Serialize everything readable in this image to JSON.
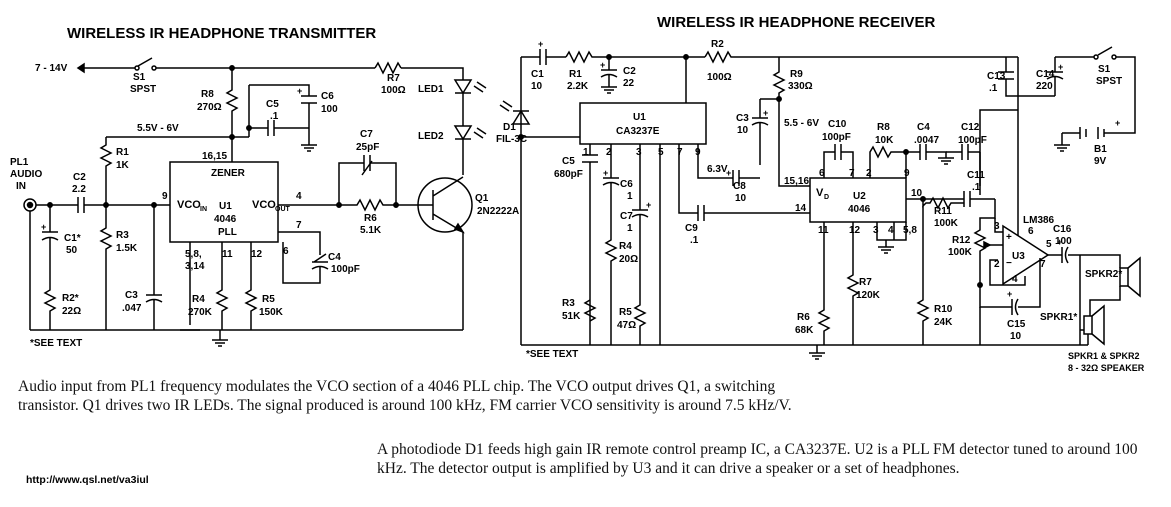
{
  "transmitter": {
    "title": "WIRELESS IR HEADPHONE TRANSMITTER",
    "supply": "7 - 14V",
    "s1": "S1",
    "s1_type": "SPST",
    "r8": "R8",
    "r8_val": "270Ω",
    "r7": "R7",
    "r7_val": "100Ω",
    "c5": "C5",
    "c5_val": ".1",
    "c6": "C6",
    "c6_val": "100",
    "rail": "5.5V - 6V",
    "led1": "LED1",
    "led2": "LED2",
    "r1": "R1",
    "r1_val": "1K",
    "c7": "C7",
    "c7_val": "25pF",
    "pl1": "PL1",
    "pl1_a": "AUDIO",
    "pl1_b": "IN",
    "c2": "C2",
    "c2_val": "2.2",
    "zener": "ZENER",
    "u1": "U1",
    "u1_part": "4046",
    "u1_type": "PLL",
    "vco_in": "VCO",
    "vco_in_sub": "IN",
    "vco_out": "VCO",
    "vco_out_sub": "OUT",
    "pin1615": "16,15",
    "pin9": "9",
    "pin4": "4",
    "pin7": "7",
    "pin6": "6",
    "pin5814": "5,8,",
    "pin314": "3,14",
    "pin11": "11",
    "pin12": "12",
    "r6": "R6",
    "r6_val": "5.1K",
    "q1": "Q1",
    "q1_part": "2N2222A",
    "c1": "C1*",
    "c1_val": "50",
    "r3": "R3",
    "r3_val": "1.5K",
    "c4": "C4",
    "c4_val": "100pF",
    "c3": "C3",
    "c3_val": ".047",
    "r2": "R2*",
    "r2_val": "22Ω",
    "r4": "R4",
    "r4_val": "270K",
    "r5": "R5",
    "r5_val": "150K",
    "see_text": "*SEE TEXT"
  },
  "receiver": {
    "title": "WIRELESS IR HEADPHONE RECEIVER",
    "c1": "C1",
    "c1_val": "10",
    "r1": "R1",
    "r1_val": "2.2K",
    "c2": "C2",
    "c2_val": "22",
    "r2": "R2",
    "r2_val": "100Ω",
    "r9": "R9",
    "r9_val": "330Ω",
    "c13": "C13",
    "c13_val": ".1",
    "c14": "C14",
    "c14_val": "220",
    "s1": "S1",
    "s1_type": "SPST",
    "d1": "D1",
    "d1_part": "FIL-3C",
    "u1": "U1",
    "u1_part": "CA3237E",
    "c3": "C3",
    "c3_val": "10",
    "range": "5.5 - 6V",
    "b1": "B1",
    "b1_val": "9V",
    "c10": "C10",
    "c10_val": "100pF",
    "r8": "R8",
    "r8_val": "10K",
    "c4": "C4",
    "c4_val": ".0047",
    "c12": "C12",
    "c12_val": "100pF",
    "u1pins": [
      "1",
      "2",
      "3",
      "5",
      "7",
      "9"
    ],
    "c5": "C5",
    "c5_val": "680pF",
    "c6": "C6",
    "c6_val": "1",
    "v63": "6.3V",
    "c8": "C8",
    "c8_val": "10",
    "pin1516": "15,16",
    "vd": "V",
    "vd_sub": "D",
    "u2": "U2",
    "u2_part": "4046",
    "u2top": [
      "6",
      "7",
      "2",
      "9"
    ],
    "pin10": "10",
    "pin14": "14",
    "c11": "C11",
    "c11_val": ".1",
    "r11": "R11",
    "r11_val": "100K",
    "lm386": "LM386",
    "c7": "C7",
    "c7_val": "1",
    "c9": "C9",
    "c9_val": ".1",
    "u2bot": [
      "11",
      "12",
      "3",
      "4",
      "5,8"
    ],
    "r12": "R12",
    "r12_val": "100K",
    "u3": "U3",
    "u3pins": [
      "3",
      "6",
      "2",
      "4",
      "7",
      "5"
    ],
    "c16": "C16",
    "c16_val": "100",
    "r4": "R4",
    "r4_val": "20Ω",
    "spkr2": "SPKR2*",
    "spkr1": "SPKR1*",
    "r7": "R7",
    "r7_val": "120K",
    "r3": "R3",
    "r3_val": "51K",
    "r5": "R5",
    "r5_val": "47Ω",
    "r6": "R6",
    "r6_val": "68K",
    "r10": "R10",
    "r10_val": "24K",
    "c15": "C15",
    "c15_val": "10",
    "see_text": "*SEE TEXT",
    "spkr_note1": "SPKR1 & SPKR2",
    "spkr_note2": "8 - 32Ω SPEAKER"
  },
  "captions": {
    "tx_text": "Audio input from PL1 frequency modulates the VCO section of a 4046 PLL chip. The VCO output drives Q1, a switching transistor. Q1 drives two IR LEDs. The signal produced is around 100 kHz, FM carrier VCO sensitivity is around 7.5 kHz/V.",
    "rx_text": "A photodiode D1 feeds high gain IR remote control preamp IC, a CA3237E. U2 is a PLL FM detector tuned to around 100 kHz. The detector output is amplified by U3 and it can drive a speaker or a set of headphones.",
    "url": "http://www.qsl.net/va3iul"
  }
}
